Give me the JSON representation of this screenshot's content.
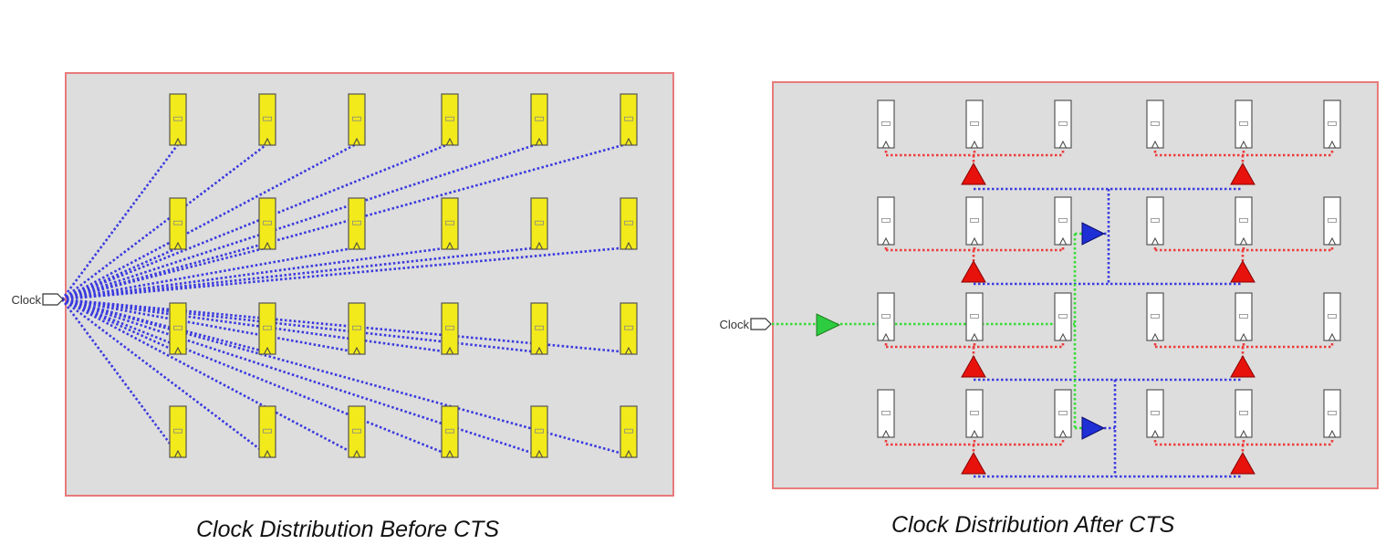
{
  "captions": {
    "before": "Clock Distribution Before CTS",
    "after": "Clock Distribution After CTS"
  },
  "before_panel": {
    "clock_label": "Clock",
    "flop_rows": 4,
    "flop_cols": 6,
    "flop_color": "#f2ea1a",
    "wire_color": "#3a3adf"
  },
  "after_panel": {
    "clock_label": "Clock",
    "flop_rows": 4,
    "flop_cols": 6,
    "flop_color": "#ffffff",
    "root_buffer_color": "#2ecc40",
    "mid_buffer_color": "#1e2fd6",
    "leaf_buffer_color": "#e8120c",
    "leaf_wire_color": "#ee3a3a",
    "mid_wire_color": "#3a3adf",
    "root_wire_color": "#33dd33"
  },
  "colors": {
    "panel_fill": "#dddddd",
    "panel_border": "#e87a7a"
  }
}
